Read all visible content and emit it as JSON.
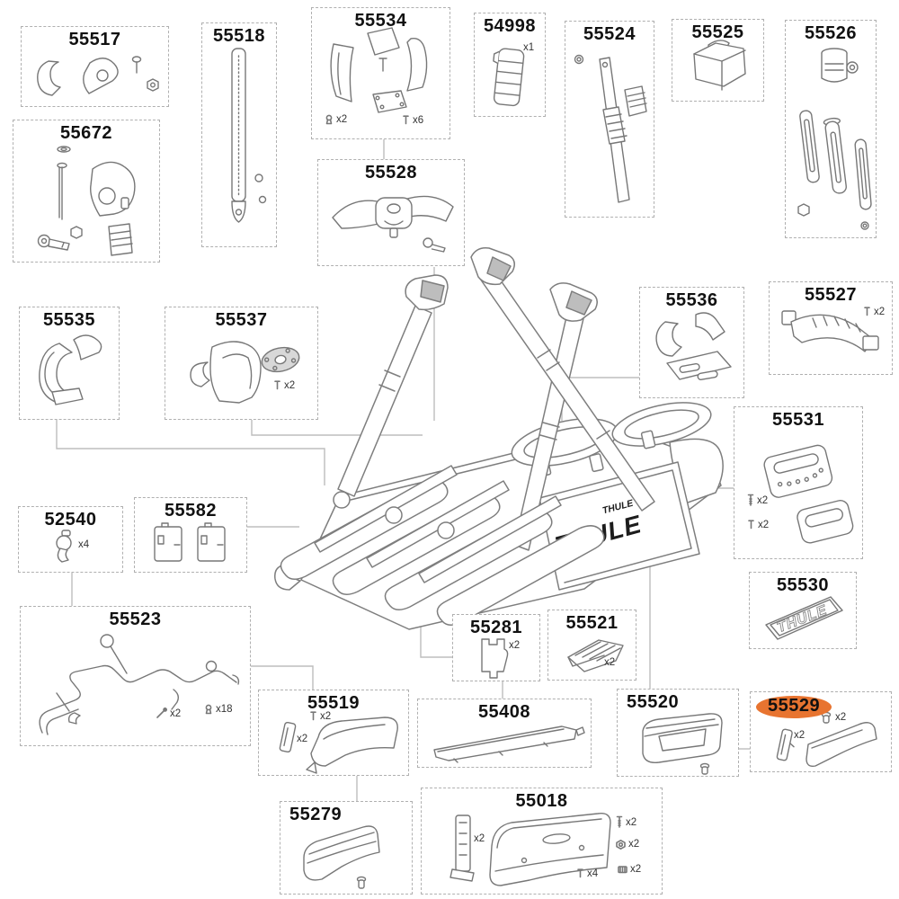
{
  "diagram": {
    "product_brand": "THULE",
    "highlight_color": "#E87430",
    "central_artwork": {
      "brand_large": "THULE",
      "brand_small": "THULE"
    },
    "boxes": {
      "b55517": {
        "label": "55517",
        "quantities": []
      },
      "b55518": {
        "label": "55518",
        "quantities": []
      },
      "b55534": {
        "label": "55534",
        "quantities": [
          {
            "icon": "clip",
            "text": "x2"
          },
          {
            "icon": "screw",
            "text": "x6"
          }
        ]
      },
      "b54998": {
        "label": "54998",
        "quantities": [
          {
            "icon": "none",
            "text": "x1"
          }
        ]
      },
      "b55524": {
        "label": "55524",
        "quantities": []
      },
      "b55525": {
        "label": "55525",
        "quantities": []
      },
      "b55526": {
        "label": "55526",
        "quantities": []
      },
      "b55672": {
        "label": "55672",
        "quantities": []
      },
      "b55528": {
        "label": "55528",
        "quantities": []
      },
      "b55535": {
        "label": "55535",
        "quantities": []
      },
      "b55537": {
        "label": "55537",
        "quantities": [
          {
            "icon": "screw",
            "text": "x2"
          }
        ]
      },
      "b55536": {
        "label": "55536",
        "quantities": []
      },
      "b55527": {
        "label": "55527",
        "quantities": [
          {
            "icon": "screw",
            "text": "x2"
          }
        ]
      },
      "b55531": {
        "label": "55531",
        "quantities": [
          {
            "icon": "bolt",
            "text": "x2"
          },
          {
            "icon": "screw",
            "text": "x2"
          }
        ]
      },
      "b52540": {
        "label": "52540",
        "quantities": [
          {
            "icon": "none",
            "text": "x4"
          }
        ]
      },
      "b55582": {
        "label": "55582",
        "quantities": []
      },
      "b55530": {
        "label": "55530",
        "logo_text": "THULE",
        "quantities": []
      },
      "b55523": {
        "label": "55523",
        "quantities": [
          {
            "icon": "tie",
            "text": "x2"
          },
          {
            "icon": "clip",
            "text": "x18"
          }
        ]
      },
      "b55281": {
        "label": "55281",
        "quantities": [
          {
            "icon": "none",
            "text": "x2"
          }
        ]
      },
      "b55521": {
        "label": "55521",
        "quantities": [
          {
            "icon": "none",
            "text": "x2"
          }
        ]
      },
      "b55519": {
        "label": "55519",
        "quantities": [
          {
            "icon": "screw",
            "text": "x2"
          },
          {
            "icon": "none",
            "text": "x2"
          }
        ]
      },
      "b55408": {
        "label": "55408",
        "quantities": []
      },
      "b55520": {
        "label": "55520",
        "quantities": []
      },
      "b55529": {
        "label": "55529",
        "highlighted": true,
        "quantities": [
          {
            "icon": "screw",
            "text": "x2"
          },
          {
            "icon": "none",
            "text": "x2"
          }
        ]
      },
      "b55279": {
        "label": "55279",
        "quantities": []
      },
      "b55018": {
        "label": "55018",
        "quantities": [
          {
            "icon": "bracket",
            "text": "x2"
          },
          {
            "icon": "bolt",
            "text": "x2"
          },
          {
            "icon": "nut",
            "text": "x2"
          },
          {
            "icon": "screw",
            "text": "x4"
          },
          {
            "icon": "block",
            "text": "x2"
          }
        ]
      }
    }
  }
}
